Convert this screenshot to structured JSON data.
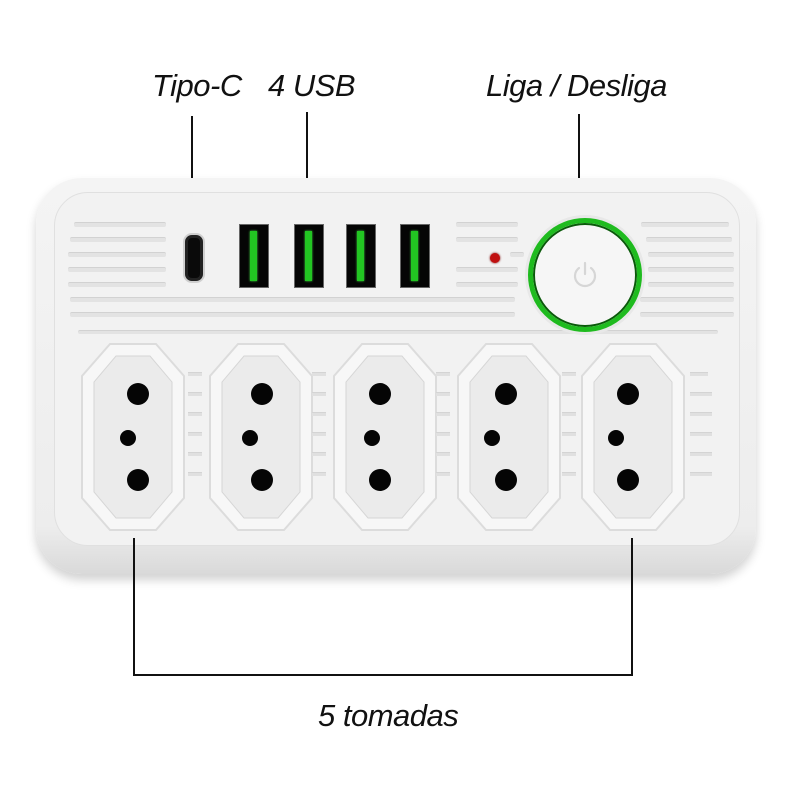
{
  "labels": {
    "type_c": "Tipo-C",
    "usb": "4 USB",
    "power_switch": "Liga / Desliga",
    "outlets": "5 tomadas"
  },
  "product": {
    "usb_port_count": 4,
    "outlet_count": 5,
    "type_c_count": 1,
    "power_ring_color": "#1fbb1f",
    "usb_accent_color": "#22c522",
    "indicator_led_color": "#c01010",
    "body_color": "#f2f2f2",
    "power_icon": "power-icon"
  }
}
